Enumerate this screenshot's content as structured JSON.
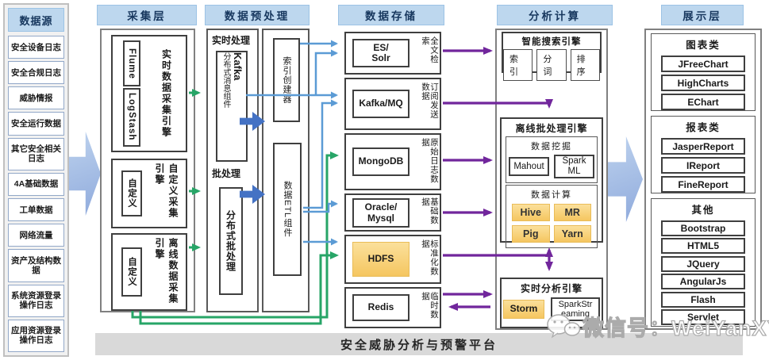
{
  "meta": {
    "platform_title": "安全威胁分析与预警平台",
    "watermark": "微信号：WeiYanXY"
  },
  "colors": {
    "header_bg": "#BDD7EE",
    "header_text": "#17375E",
    "highlight_orange": "#F7CD6F",
    "arrow_green": "#27A567",
    "arrow_blue": "#5B9BD5",
    "arrow_purple": "#71269C",
    "big_arrow_blue": "#8FAADC",
    "bottom_bar_bg": "#D9D9D9"
  },
  "datasource": {
    "header": "数据源",
    "items": [
      "安全设备日志",
      "安全合规日志",
      "威胁情报",
      "安全运行数据",
      "其它安全相关日志",
      "4A基础数据",
      "工单数据",
      "网络流量",
      "资产及结构数据",
      "系统资源登录操作日志",
      "应用资源登录操作日志"
    ]
  },
  "collection": {
    "header": "采集层",
    "engines": [
      {
        "label": "实时数据采集引擎",
        "tools": [
          "Flume",
          "LogStash"
        ]
      },
      {
        "label": "自定义采集引擎",
        "tools": [
          "自定义"
        ]
      },
      {
        "label": "离线数据采集引擎",
        "tools": [
          "自定义"
        ]
      }
    ]
  },
  "preprocess": {
    "header": "数据预处理",
    "realtime_section": "实时处理",
    "batch_section": "批处理",
    "kafka_name": "Kafka",
    "kafka_label": "分布式消息组件",
    "batch_processor": "分布式批处理",
    "index_creator": "索引创建器",
    "etl": "数据ETL组件"
  },
  "storage": {
    "header": "数据存储",
    "rows": [
      {
        "name": "ES/\nSolr",
        "label": "全文检索",
        "highlight": false
      },
      {
        "name": "Kafka/MQ",
        "label": "订阅发送数据",
        "highlight": false
      },
      {
        "name": "MongoDB",
        "label": "原始日志数据",
        "highlight": false
      },
      {
        "name": "Oracle/\nMysql",
        "label": "基础数据",
        "highlight": false
      },
      {
        "name": "HDFS",
        "label": "标准化数据",
        "highlight": true
      },
      {
        "name": "Redis",
        "label": "临时数据",
        "highlight": false
      }
    ]
  },
  "analysis": {
    "header": "分析计算",
    "search_engine": {
      "title": "智能搜索引擎",
      "items": [
        "索引",
        "分词",
        "排序"
      ]
    },
    "offline_engine": {
      "title": "离线批处理引擎",
      "mining": {
        "label": "数据挖掘",
        "items": [
          "Mahout",
          "Spark\nML"
        ]
      },
      "compute": {
        "label": "数据计算",
        "items": [
          "Hive",
          "MR",
          "Pig",
          "Yarn"
        ]
      }
    },
    "realtime_engine": {
      "title": "实时分析引擎",
      "items": [
        "Storm",
        "SparkStr\neaming"
      ]
    }
  },
  "display": {
    "header": "展示层",
    "groups": [
      {
        "label": "图表类",
        "items": [
          "JFreeChart",
          "HighCharts",
          "EChart"
        ]
      },
      {
        "label": "报表类",
        "items": [
          "JasperReport",
          "IReport",
          "FineReport"
        ]
      },
      {
        "label": "其他",
        "items": [
          "Bootstrap",
          "HTML5",
          "JQuery",
          "AngularJs",
          "Flash",
          "Servlet"
        ]
      }
    ]
  }
}
